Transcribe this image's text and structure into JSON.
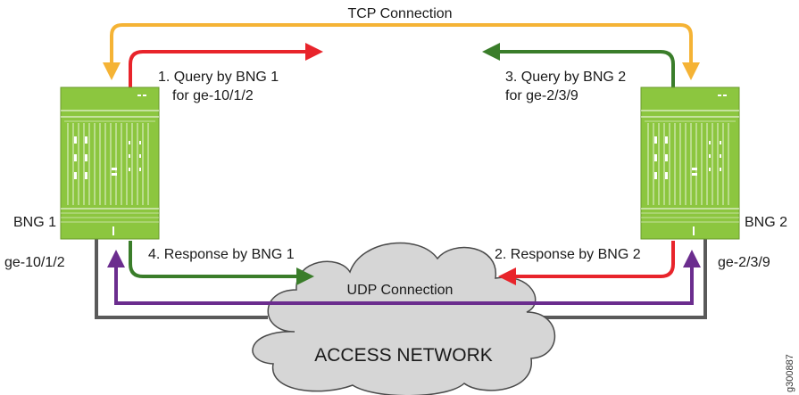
{
  "title": "TCP Connection",
  "routers": {
    "left": {
      "name": "BNG 1",
      "port": "ge-10/1/2"
    },
    "right": {
      "name": "BNG 2",
      "port": "ge-2/3/9"
    }
  },
  "messages": {
    "query1": {
      "line1": "1. Query by BNG 1",
      "line2": "for ge-10/1/2"
    },
    "query3": {
      "line1": "3. Query by BNG 2",
      "line2": "for ge-2/3/9"
    },
    "response4": "4. Response by BNG 1",
    "response2": "2. Response by BNG 2"
  },
  "udp_label": "UDP Connection",
  "cloud_label": "ACCESS NETWORK",
  "figure_id": "g300887",
  "colors": {
    "tcp": "#f5b335",
    "query_red": "#e8242b",
    "response_green": "#3a7d2a",
    "udp_purple": "#6b2d8e",
    "access_gray": "#5a5a5a",
    "router_green": "#8cc63f",
    "cloud_fill": "#d6d6d6"
  }
}
